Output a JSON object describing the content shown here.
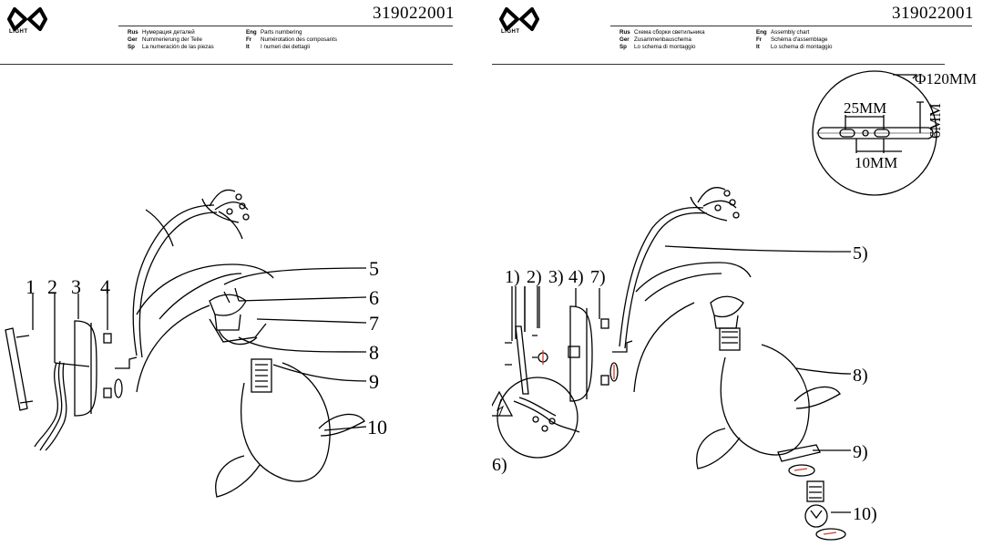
{
  "model_code": "319022001",
  "logo_text": "LIGHT",
  "left_sheet": {
    "legend": [
      {
        "tag": "Rus",
        "text": "Нумерация деталей"
      },
      {
        "tag": "Ger",
        "text": "Nummerierung der Teile"
      },
      {
        "tag": "Sp",
        "text": "La numeración de las piezas"
      },
      {
        "tag": "Eng",
        "text": "Parts numbering"
      },
      {
        "tag": "Fr",
        "text": "Numérotation des composants"
      },
      {
        "tag": "It",
        "text": "I numeri dei dettagli"
      }
    ],
    "labels": [
      "1",
      "2",
      "3",
      "4",
      "5",
      "6",
      "7",
      "8",
      "9",
      "10"
    ]
  },
  "right_sheet": {
    "legend": [
      {
        "tag": "Rus",
        "text": "Схема сборки светильника"
      },
      {
        "tag": "Ger",
        "text": "Zusammenbauschema"
      },
      {
        "tag": "Sp",
        "text": "Lo schema di montaggio"
      },
      {
        "tag": "Eng",
        "text": "Assembly chart"
      },
      {
        "tag": "Fr",
        "text": "Schéma d'assemblage"
      },
      {
        "tag": "It",
        "text": "Lo schema di montaggio"
      }
    ],
    "labels": [
      "1)",
      "2)",
      "3)",
      "4)",
      "7)",
      "5)",
      "6)",
      "8)",
      "9)",
      "10)"
    ],
    "dimensions": {
      "diameter": "Φ120MM",
      "spacing": "25MM",
      "hole": "10MM",
      "height": "6MM"
    }
  },
  "colors": {
    "ink": "#000000",
    "warning_arrow": "#d33a2a"
  }
}
